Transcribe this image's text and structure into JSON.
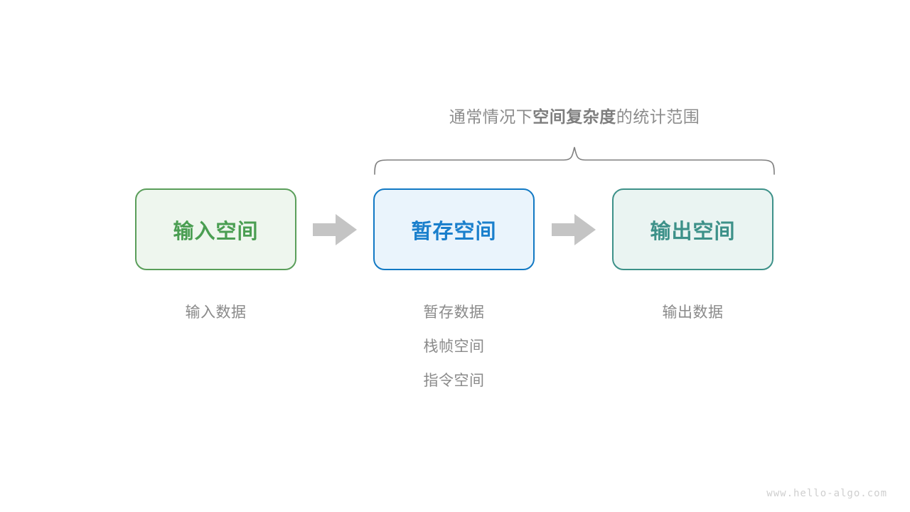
{
  "diagram": {
    "title_plain_prefix": "通常情况下",
    "title_strong": "空间复杂度",
    "title_plain_suffix": "的统计范围",
    "scope_brace_label": "brace-spanning-temp-and-output",
    "stages": [
      {
        "key": "input",
        "box_label": "输入空间",
        "border_color": "#5a9e5a",
        "fill_color": "#eef6ee",
        "text_color": "#4a9e52",
        "captions": [
          "输入数据"
        ]
      },
      {
        "key": "temp",
        "box_label": "暂存空间",
        "border_color": "#1279c4",
        "fill_color": "#eaf4fc",
        "text_color": "#1a7fcc",
        "captions": [
          "暂存数据",
          "栈帧空间",
          "指令空间"
        ]
      },
      {
        "key": "output",
        "box_label": "输出空间",
        "border_color": "#3d9189",
        "fill_color": "#eaf4f2",
        "text_color": "#3d9189",
        "captions": [
          "输出数据"
        ]
      }
    ],
    "arrows": [
      {
        "key": "arrow-input-to-temp",
        "color": "#c4c4c4"
      },
      {
        "key": "arrow-temp-to-output",
        "color": "#c4c4c4"
      }
    ],
    "brace_color": "#808080",
    "caption_color": "#8a8a8a",
    "watermark": "www.hello-algo.com"
  }
}
